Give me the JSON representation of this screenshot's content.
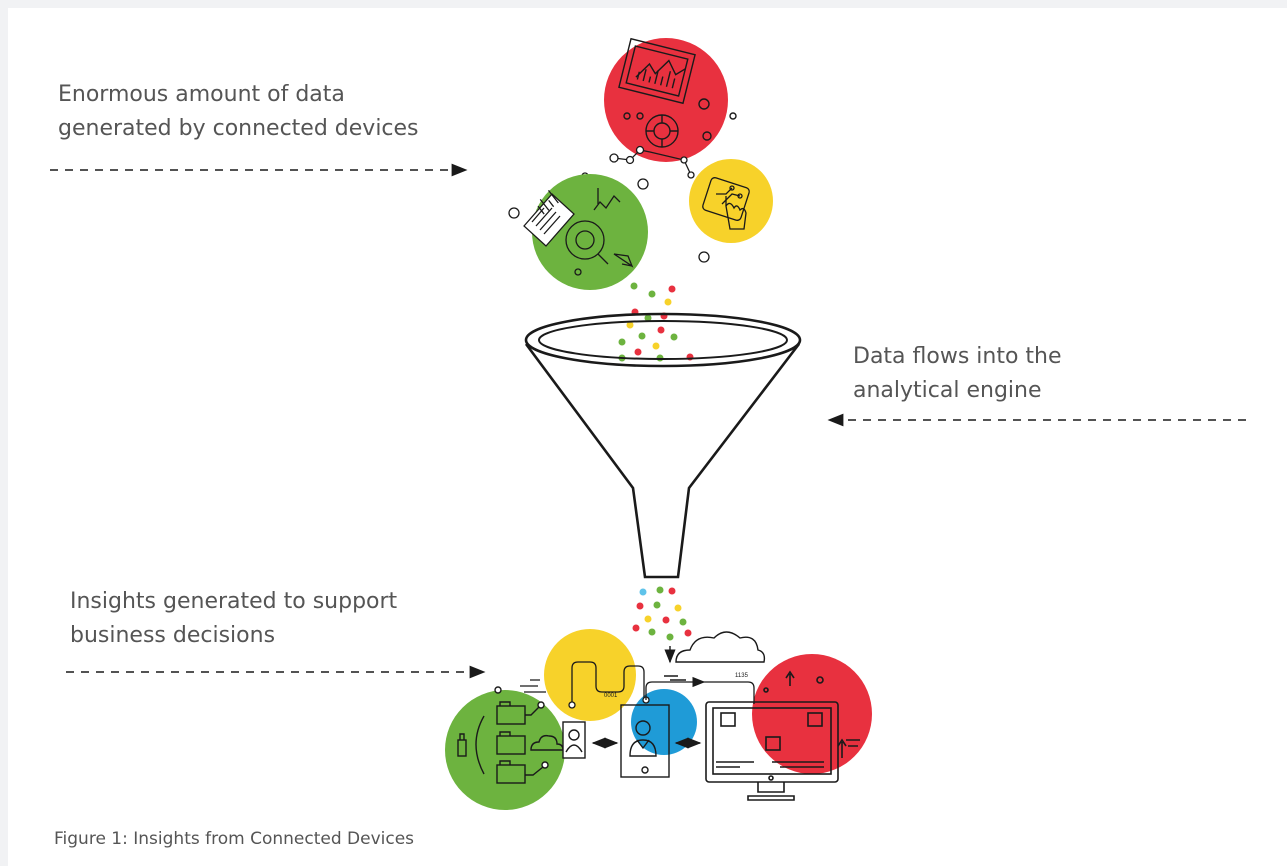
{
  "annotations": {
    "top": {
      "lines": [
        "Enormous amount of data",
        "generated by connected devices"
      ]
    },
    "middle": {
      "lines": [
        "Data flows into the",
        "analytical engine"
      ]
    },
    "bottom": {
      "lines": [
        "Insights generated to support",
        "business decisions"
      ]
    }
  },
  "caption": "Figure 1: Insights from Connected Devices",
  "micro_labels": {
    "bits": "0001",
    "count": "1135"
  },
  "colors": {
    "red": "#e8313f",
    "green": "#6db33f",
    "yellow": "#f7d22a",
    "blue": "#1f9bd7",
    "text": "#555555",
    "line": "#1a1a1a"
  },
  "icons": [
    "dashboard-icon",
    "document-chart-icon",
    "touch-tablet-icon",
    "funnel-icon",
    "folder-tree-icon",
    "cloud-icon",
    "user-profile-icon",
    "monitor-icon",
    "data-particles-icon"
  ]
}
